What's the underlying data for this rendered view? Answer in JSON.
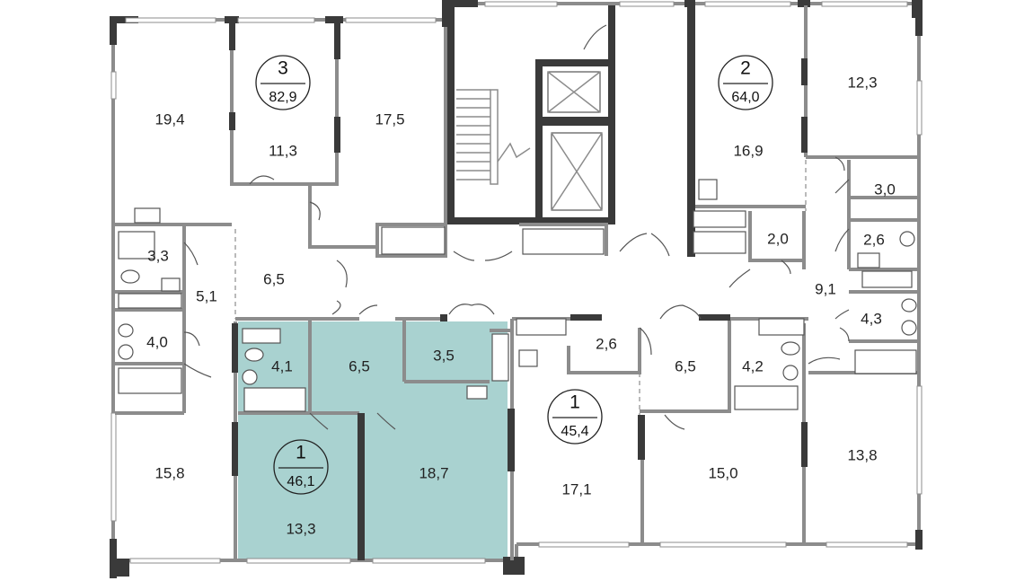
{
  "colors": {
    "highlight_fill": "#a9d2d0",
    "wall": "#3a3a3a",
    "partition": "#8c8c8c"
  },
  "rooms": {
    "r1": "19,4",
    "r2": "11,3",
    "r3": "17,5",
    "r4": "3,3",
    "r5": "5,1",
    "r6": "6,5",
    "r7": "4,0",
    "r8": "15,8",
    "r9": "4,1",
    "r10": "6,5",
    "r11": "3,5",
    "r12": "18,7",
    "r13": "13,3",
    "r14": "2,6",
    "r15": "6,5",
    "r16": "4,2",
    "r17": "17,1",
    "r18": "15,0",
    "r19": "13,8",
    "r20": "16,9",
    "r21": "12,3",
    "r22": "3,0",
    "r23": "2,0",
    "r24": "2,6",
    "r25": "9,1",
    "r26": "4,3"
  },
  "apartments": [
    {
      "rooms": "3",
      "area": "82,9"
    },
    {
      "rooms": "2",
      "area": "64,0"
    },
    {
      "rooms": "1",
      "area": "46,1"
    },
    {
      "rooms": "1",
      "area": "45,4"
    }
  ]
}
